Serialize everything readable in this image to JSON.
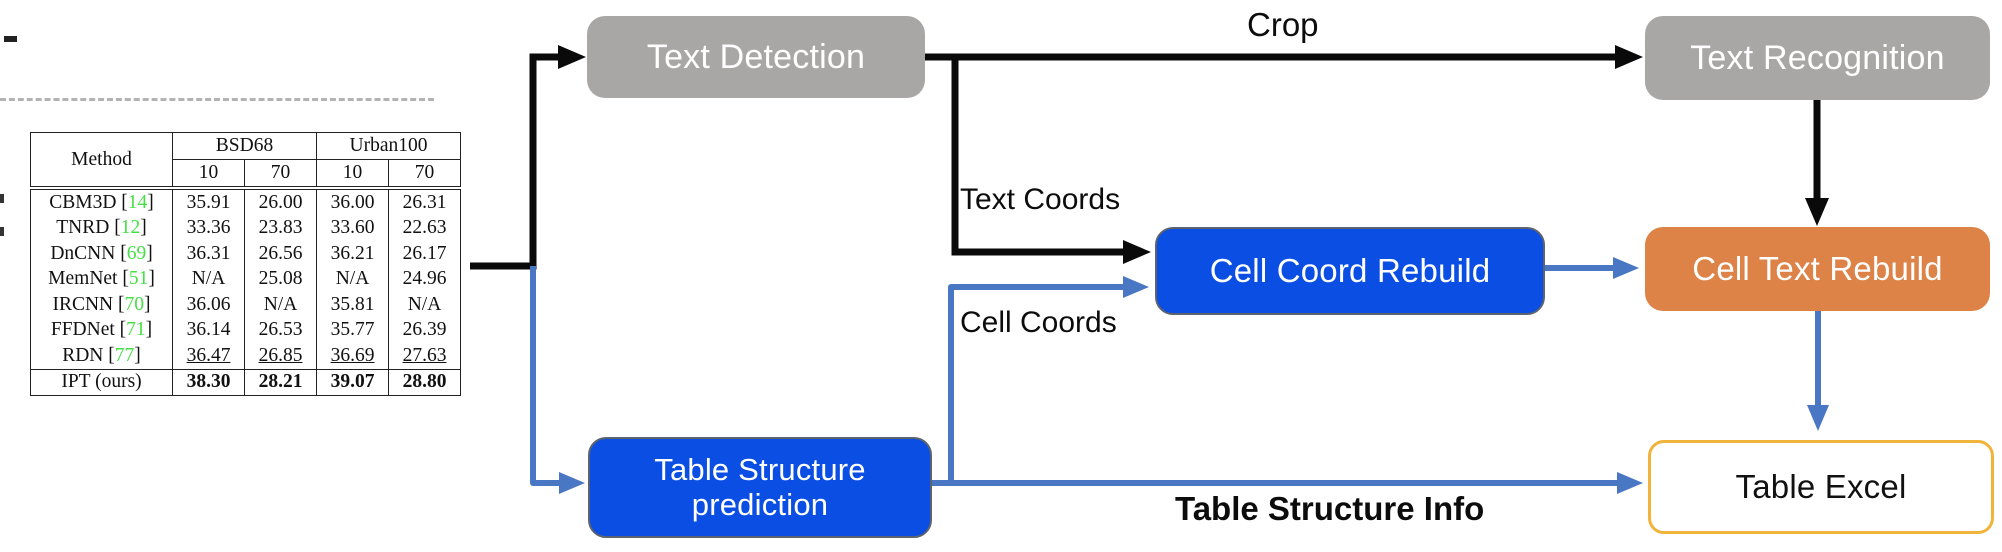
{
  "diagram": {
    "boxes": {
      "text_detection": {
        "label": "Text Detection"
      },
      "text_recognition": {
        "label": "Text Recognition"
      },
      "cell_coord_rebuild": {
        "label": "Cell Coord Rebuild"
      },
      "cell_text_rebuild": {
        "label": "Cell Text Rebuild"
      },
      "table_structure_prediction": {
        "label_line1": "Table Structure",
        "label_line2": "prediction"
      },
      "table_excel": {
        "label": "Table Excel"
      }
    },
    "edge_labels": {
      "crop": "Crop",
      "text_coords": "Text Coords",
      "cell_coords": "Cell Coords",
      "table_structure_info": "Table Structure Info"
    },
    "colors": {
      "gray_box": "#a9a6a6",
      "blue_box": "#0b4ee4",
      "orange_box": "#dd8347",
      "yellow_border": "#f0b43c",
      "blue_arrow": "#4a77c4",
      "black_arrow": "#0a0a0a",
      "green_ref": "#45e045"
    }
  },
  "table": {
    "header": {
      "method": "Method",
      "group1": "BSD68",
      "group2": "Urban100",
      "sub": [
        "10",
        "70",
        "10",
        "70"
      ]
    },
    "rows": [
      {
        "method_pre": "CBM3D [",
        "ref": "14",
        "method_post": "]",
        "values": [
          "35.91",
          "26.00",
          "36.00",
          "26.31"
        ]
      },
      {
        "method_pre": "TNRD [",
        "ref": "12",
        "method_post": "]",
        "values": [
          "33.36",
          "23.83",
          "33.60",
          "22.63"
        ]
      },
      {
        "method_pre": "DnCNN [",
        "ref": "69",
        "method_post": "]",
        "values": [
          "36.31",
          "26.56",
          "36.21",
          "26.17"
        ]
      },
      {
        "method_pre": "MemNet [",
        "ref": "51",
        "method_post": "]",
        "values": [
          "N/A",
          "25.08",
          "N/A",
          "24.96"
        ]
      },
      {
        "method_pre": "IRCNN [",
        "ref": "70",
        "method_post": "]",
        "values": [
          "36.06",
          "N/A",
          "35.81",
          "N/A"
        ]
      },
      {
        "method_pre": "FFDNet [",
        "ref": "71",
        "method_post": "]",
        "values": [
          "36.14",
          "26.53",
          "35.77",
          "26.39"
        ]
      },
      {
        "method_pre": "RDN [",
        "ref": "77",
        "method_post": "]",
        "values": [
          "36.47",
          "26.85",
          "36.69",
          "27.63"
        ]
      },
      {
        "method_pre": "IPT (ours)",
        "ref": "",
        "method_post": "",
        "values": [
          "38.30",
          "28.21",
          "39.07",
          "28.80"
        ]
      }
    ]
  }
}
